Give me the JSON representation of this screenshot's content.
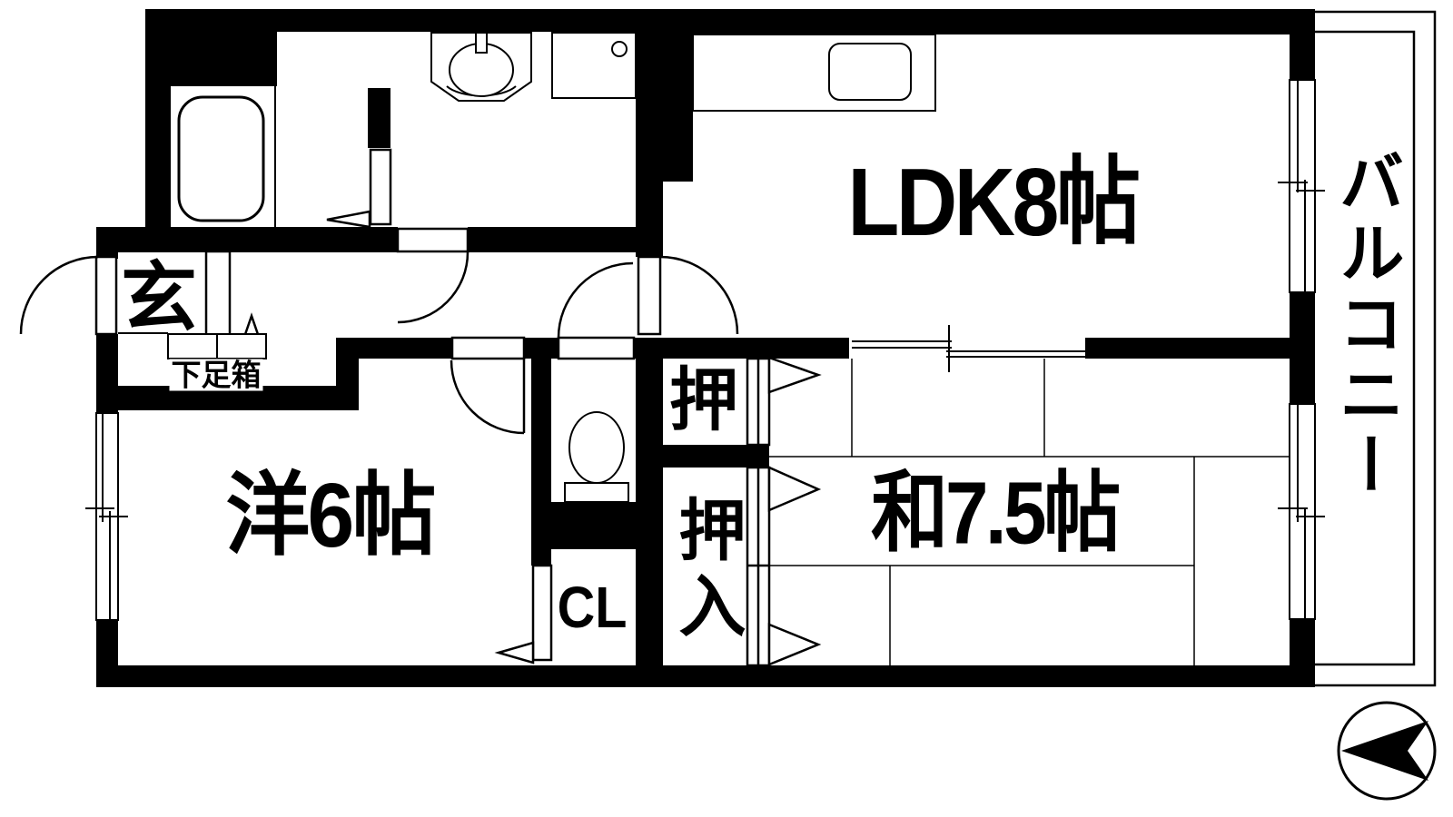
{
  "plan": {
    "type": "floor-plan",
    "rooms": {
      "ldk": {
        "label": "LDK8帖"
      },
      "western": {
        "label": "洋6帖"
      },
      "japanese": {
        "label": "和7.5帖"
      },
      "balcony": {
        "label": "バルコニー"
      },
      "entrance": {
        "label": "玄"
      },
      "shoe_box": {
        "label": "下足箱"
      },
      "closet_upper": {
        "label": "押"
      },
      "closet_lower": {
        "label": "押入"
      },
      "closet_cl": {
        "label": "CL"
      }
    },
    "fixtures": [
      "bathtub-icon",
      "washbasin-icon",
      "washing-machine-pan-icon",
      "kitchen-sink-icon",
      "toilet-icon",
      "north-arrow-icon"
    ],
    "colors": {
      "wall": "#000000",
      "background": "#ffffff",
      "line": "#000000"
    }
  }
}
